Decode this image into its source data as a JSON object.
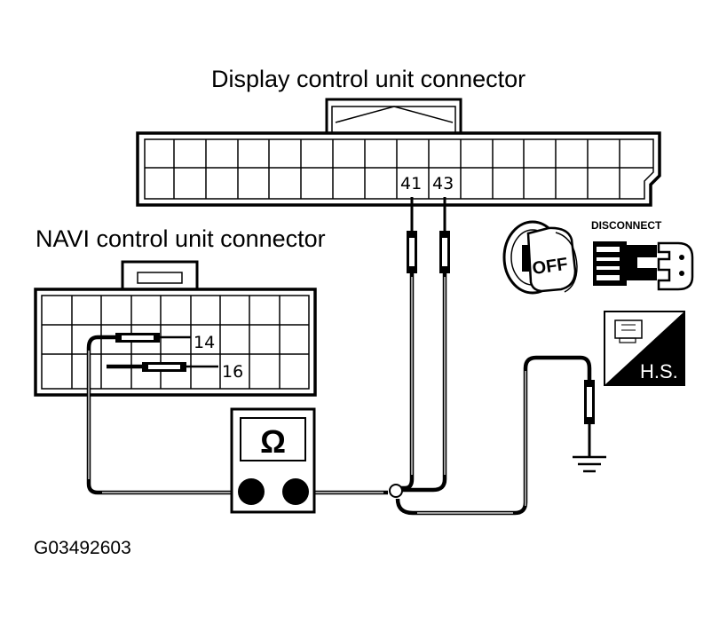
{
  "display_connector": {
    "title": "Display control unit connector",
    "pin_a": "41",
    "pin_b": "43"
  },
  "navi_connector": {
    "title": "NAVI control unit connector",
    "pin_a": "14",
    "pin_b": "16"
  },
  "meter": {
    "symbol": "Ω"
  },
  "ignition": {
    "label": "OFF"
  },
  "disconnect": {
    "label": "DISCONNECT"
  },
  "harness_sign": {
    "label": "H.S."
  },
  "figure_code": "G03492603"
}
